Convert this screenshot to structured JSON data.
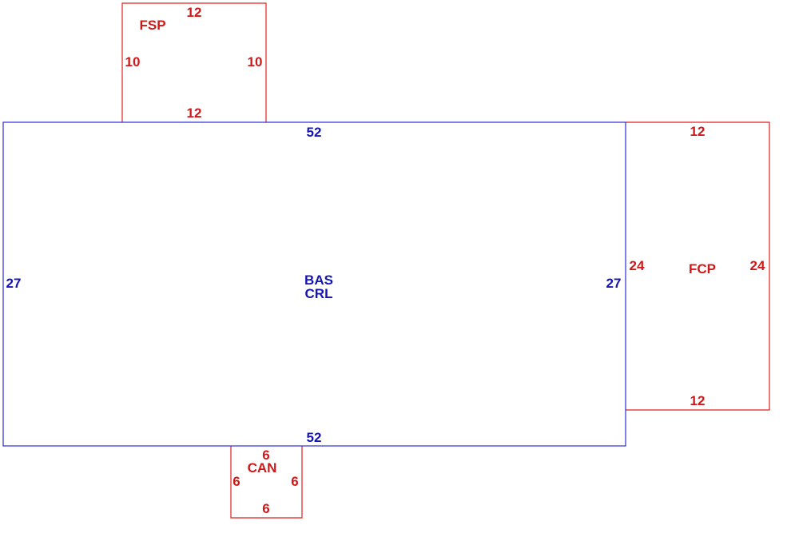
{
  "colors": {
    "main_area": "#2b2bd6",
    "addition": "#e02020"
  },
  "areas": {
    "bas": {
      "labels": [
        "BAS",
        "CRL"
      ],
      "top": "52",
      "bottom": "52",
      "left": "27",
      "right": "27"
    },
    "fsp": {
      "label": "FSP",
      "top": "12",
      "bottom": "12",
      "left": "10",
      "right": "10"
    },
    "fcp": {
      "label": "FCP",
      "top": "12",
      "bottom": "12",
      "left": "24",
      "right": "24"
    },
    "can": {
      "label": "CAN",
      "top": "6",
      "bottom": "6",
      "left": "6",
      "right": "6"
    }
  }
}
